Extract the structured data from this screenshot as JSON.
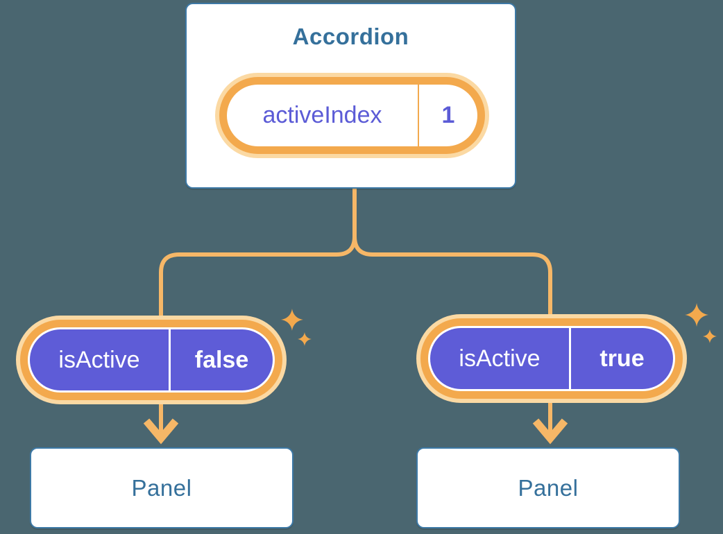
{
  "colors": {
    "background": "#4A6670",
    "line-orange": "#F6B767",
    "ring-orange": "#F3A94D",
    "ring-pale": "#FBD9A3",
    "purple": "#5E5CD7",
    "purple-text": "#5B5BD6",
    "heading-blue": "#35709B",
    "card-border": "#3D79A6",
    "card-bg": "#FFFFFF",
    "divider-white": "#FFFFFF"
  },
  "root_component": {
    "title": "Accordion",
    "state": {
      "label": "activeIndex",
      "value": "1"
    }
  },
  "children": [
    {
      "prop": {
        "label": "isActive",
        "value": "false"
      },
      "component": "Panel"
    },
    {
      "prop": {
        "label": "isActive",
        "value": "true"
      },
      "component": "Panel"
    }
  ],
  "icons": {
    "sparkle": "four-point-star",
    "arrow": "arrow-down"
  }
}
